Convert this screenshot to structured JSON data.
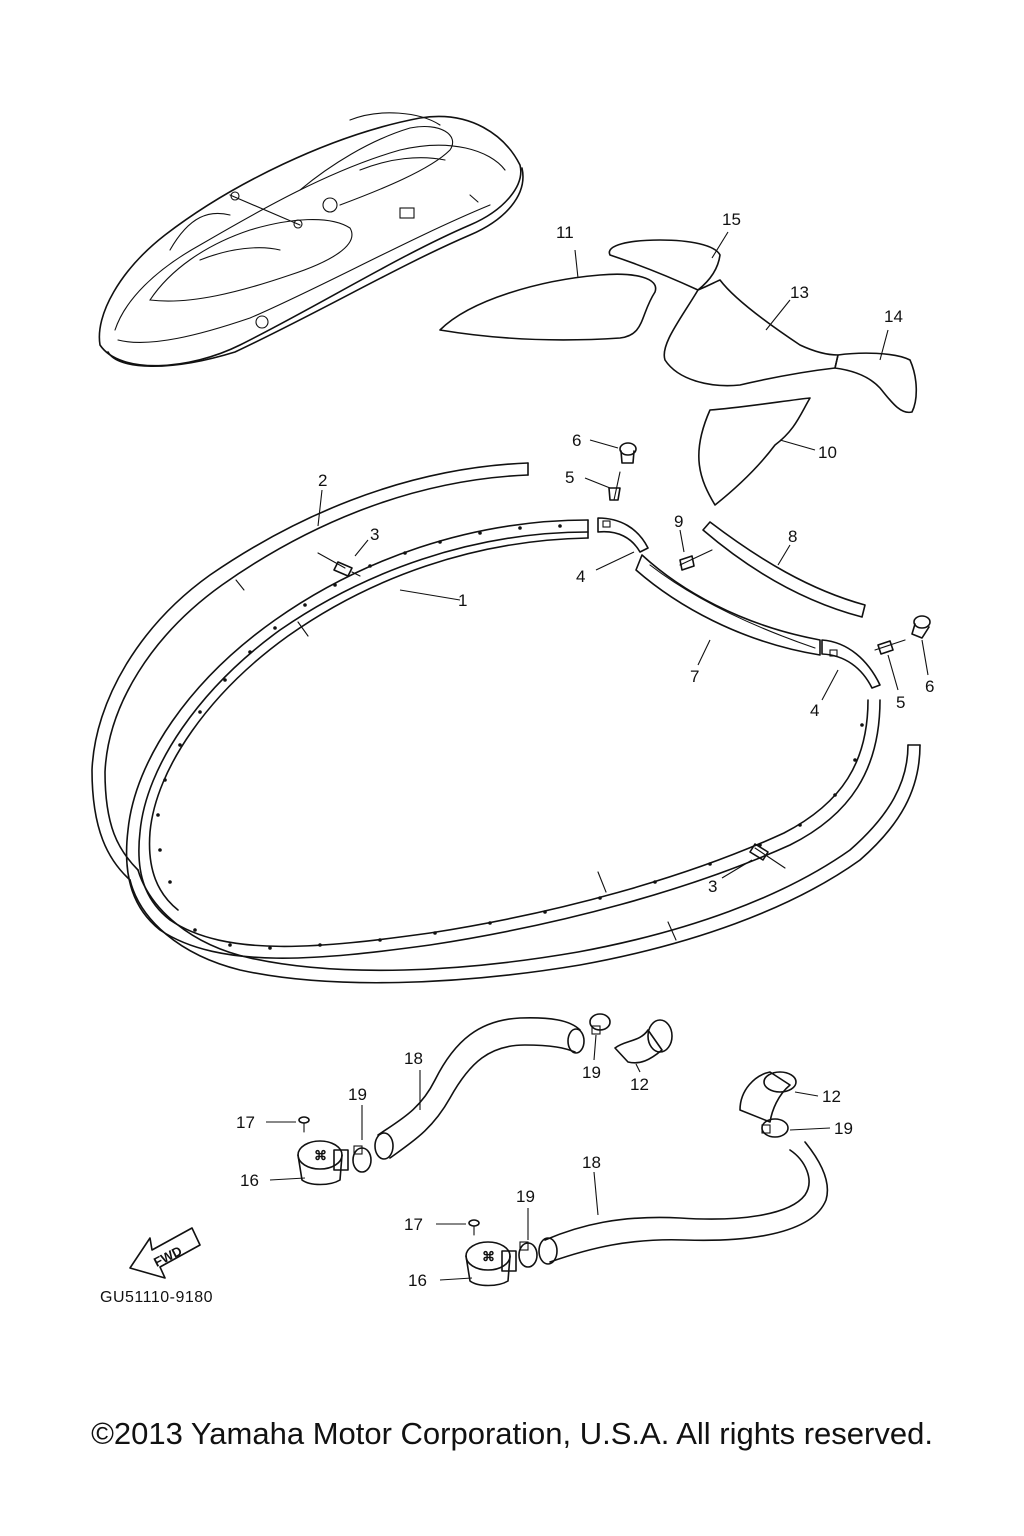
{
  "callouts": {
    "c1": "1",
    "c2": "2",
    "c3a": "3",
    "c3b": "3",
    "c4a": "4",
    "c4b": "4",
    "c5a": "5",
    "c5b": "5",
    "c6a": "6",
    "c6b": "6",
    "c7": "7",
    "c8": "8",
    "c9": "9",
    "c10": "10",
    "c11": "11",
    "c12a": "12",
    "c12b": "12",
    "c13": "13",
    "c14": "14",
    "c15": "15",
    "c16a": "16",
    "c16b": "16",
    "c17a": "17",
    "c17b": "17",
    "c18a": "18",
    "c18b": "18",
    "c19a": "19",
    "c19b": "19",
    "c19c": "19"
  },
  "fwd_label": "FWD",
  "diagram_code": "GU51110-9180",
  "copyright": "©2013 Yamaha Motor Corporation, U.S.A. All rights reserved."
}
